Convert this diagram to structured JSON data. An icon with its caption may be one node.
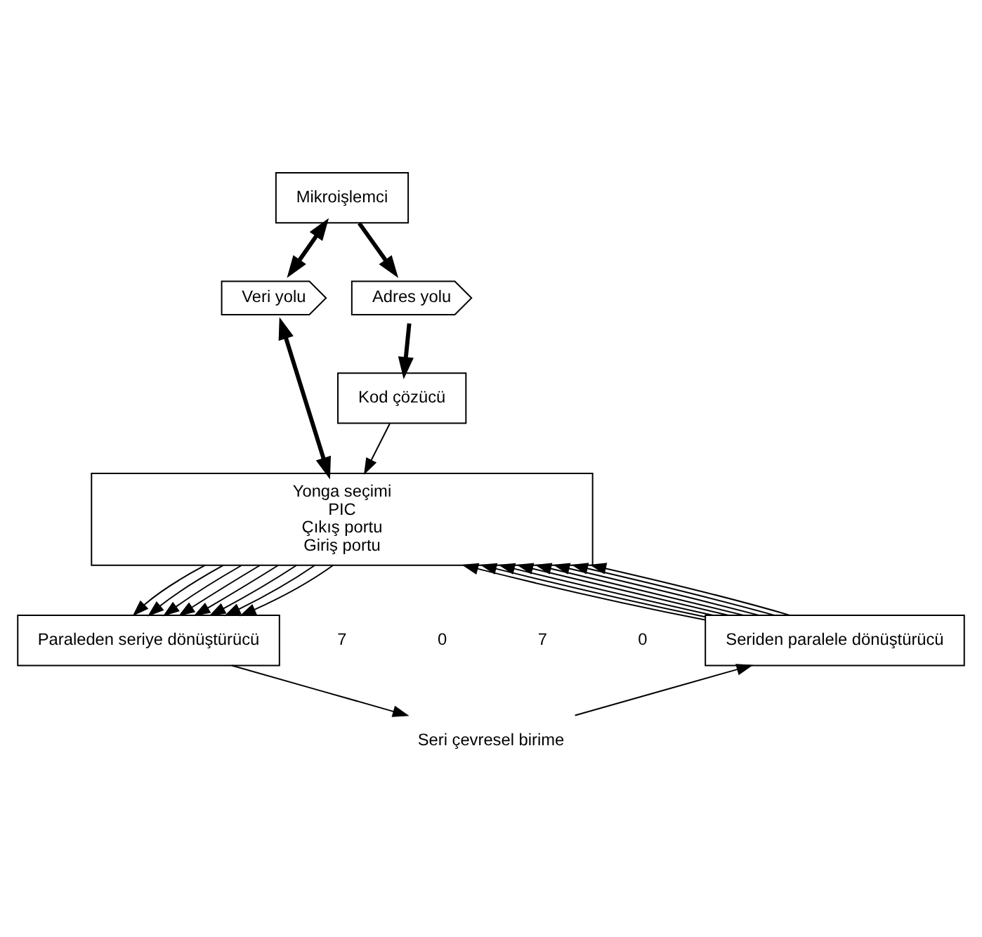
{
  "diagram": {
    "nodes": [
      {
        "text": [
          "Mikroişlemci"
        ]
      },
      {
        "text": [
          "Veri yolu"
        ]
      },
      {
        "text": [
          "Adres yolu"
        ]
      },
      {
        "text": [
          "Kod çözücü"
        ]
      },
      {
        "text": [
          "Yonga seçimi",
          "PIC",
          "Çıkış portu",
          "Giriş portu"
        ]
      },
      {
        "text": [
          "Paraleden seriye dönüştürücü"
        ]
      },
      {
        "text": [
          "Seriden paralele dönüştürücü"
        ]
      },
      {
        "text": [
          "Seri çevresel birime"
        ]
      }
    ],
    "edges": [
      {
        "from": 0,
        "to": 1,
        "arrow": "both",
        "style": "thick"
      },
      {
        "from": 0,
        "to": 2,
        "arrow": "to",
        "style": "thick"
      },
      {
        "from": 2,
        "to": 3,
        "arrow": "to",
        "style": "thick"
      },
      {
        "from": 1,
        "to": 4,
        "arrow": "both",
        "style": "thick"
      },
      {
        "from": 3,
        "to": 4,
        "arrow": "to"
      },
      {
        "from": 4,
        "to": 5,
        "arrow": "to"
      },
      {
        "from": 4,
        "to": 5,
        "arrow": "to"
      },
      {
        "from": 4,
        "to": 5,
        "arrow": "to"
      },
      {
        "from": 4,
        "to": 5,
        "arrow": "to"
      },
      {
        "from": 4,
        "to": 5,
        "arrow": "to"
      },
      {
        "from": 4,
        "to": 5,
        "arrow": "to"
      },
      {
        "from": 4,
        "to": 5,
        "arrow": "to"
      },
      {
        "from": 4,
        "to": 5,
        "arrow": "to"
      },
      {
        "from": 6,
        "to": 4,
        "arrow": "to"
      },
      {
        "from": 6,
        "to": 4,
        "arrow": "to"
      },
      {
        "from": 6,
        "to": 4,
        "arrow": "to"
      },
      {
        "from": 6,
        "to": 4,
        "arrow": "to"
      },
      {
        "from": 6,
        "to": 4,
        "arrow": "to"
      },
      {
        "from": 6,
        "to": 4,
        "arrow": "to"
      },
      {
        "from": 6,
        "to": 4,
        "arrow": "to"
      },
      {
        "from": 6,
        "to": 4,
        "arrow": "to"
      },
      {
        "from": 5,
        "to": 7,
        "arrow": "to"
      },
      {
        "from": 7,
        "to": 6,
        "arrow": "to"
      }
    ],
    "labels": [
      "7",
      "0",
      "7",
      "0"
    ]
  }
}
